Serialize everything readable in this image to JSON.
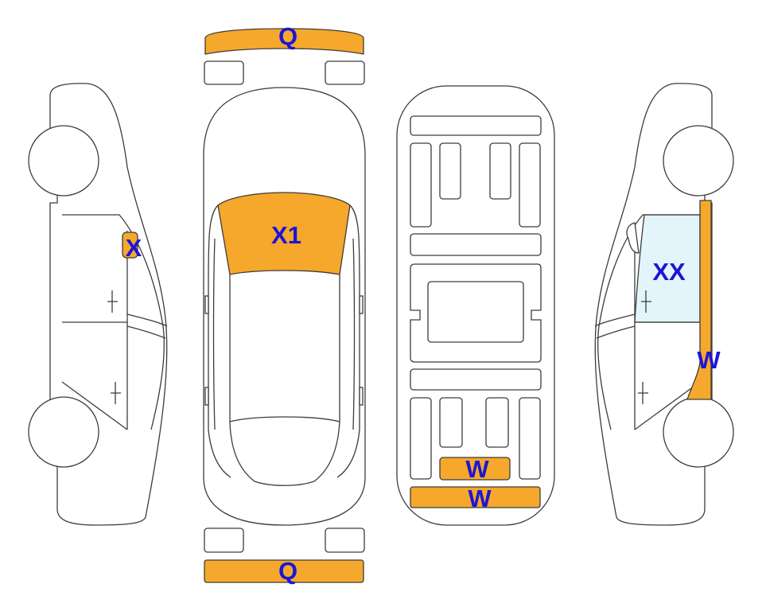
{
  "colors": {
    "damage": "#f5a82b",
    "glass_highlight": "#e3f4fb",
    "label": "#1c15d6",
    "outline": "#3c3c3c"
  },
  "markers": {
    "front_bumper": "Q",
    "rear_bumper": "Q",
    "windshield": "X1",
    "left_side_mark": "X",
    "right_window": "XX",
    "right_pillar": "W",
    "underbody_upper": "W",
    "underbody_lower": "W"
  }
}
